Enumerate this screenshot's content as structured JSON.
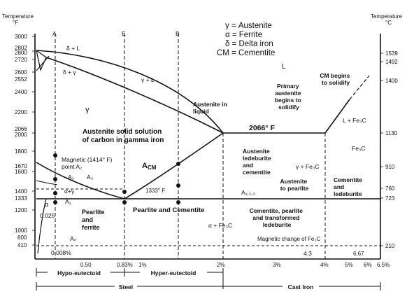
{
  "axes": {
    "left_title": [
      "Temperature",
      "°F"
    ],
    "right_title": [
      "Temperature",
      "°C"
    ],
    "left_ticks": [
      "3000",
      "2802",
      "2800",
      "2720",
      "2600",
      "2552",
      "2400",
      "2200",
      "2066",
      "2000",
      "1800",
      "1670",
      "1600",
      "1400",
      "1333",
      "1200",
      "1000",
      "800",
      "410"
    ],
    "right_ticks": [
      "1539",
      "1492",
      "1400",
      "1130",
      "910",
      "760",
      "723",
      "210"
    ],
    "bottom_ticks": [
      "0.50",
      "0.83%",
      "1%",
      "2%",
      "3%",
      "4%",
      "5%",
      "6%",
      "6.67",
      "6.5%"
    ]
  },
  "legend": [
    "γ = Austenite",
    "α = Ferrite",
    "δ = Delta iron",
    "CM = Cementite"
  ],
  "composition_markers": [
    "A",
    "E",
    "B"
  ],
  "regions": {
    "delta_l": "δ + L",
    "delta_gamma": "δ + γ",
    "gamma_l": "γ + L",
    "l": "L",
    "gamma": "γ",
    "primary_austenite": [
      "Primary",
      "austenite",
      "begins to",
      "solidify"
    ],
    "cm_begins": [
      "CM begins",
      "to solidify"
    ],
    "austenite_in_liquid": [
      "Austenite in",
      "liquid"
    ],
    "eutectic_temp": "2066° F",
    "l_fe3c": "L + Fe₃C",
    "austenite_solid": [
      "Austenite solid solution",
      "of carbon in gamma iron"
    ],
    "magnetic": [
      "Magnetic (1414° F)",
      "point A₂"
    ],
    "acm": "A",
    "acm_sub": "CM",
    "ledeburite": [
      "Austenite",
      "ledeburite",
      "and",
      "cementite"
    ],
    "fe3c": "Fe₃C",
    "gamma_fe3c": "γ + Fe₃C",
    "a2": "A₂",
    "a3": "A₃",
    "alpha_gamma": "α+γ",
    "a1": "A₁",
    "temp_1333": "1333° F",
    "a123": "A₁,₂,₃",
    "austenite_pearlite": [
      "Austenite",
      "to pearlite"
    ],
    "cementite_ledeburite": [
      "Cementite",
      "and",
      "ledeburite"
    ],
    "alpha": "α",
    "c0025": "0.025",
    "pearlite_ferrite": [
      "Pearlite",
      "and",
      "ferrite"
    ],
    "pearlite_cementite": "Pearlite and Cementite",
    "alpha_fe3c": "α + Fe₃C",
    "cementite_pearlite": [
      "Cementite, pearlite",
      "and transformed",
      "ledeburite"
    ],
    "a0": "A₀",
    "c0008": "0.008%",
    "magnetic_fe3c": "Magnetic change of Fe₃C",
    "c43": "4.3"
  },
  "bottom_brackets": {
    "hypo": "Hypo-eutectoid",
    "hyper": "Hyper-eutectoid",
    "steel": "Steel",
    "cast_iron": "Cast Iron"
  }
}
